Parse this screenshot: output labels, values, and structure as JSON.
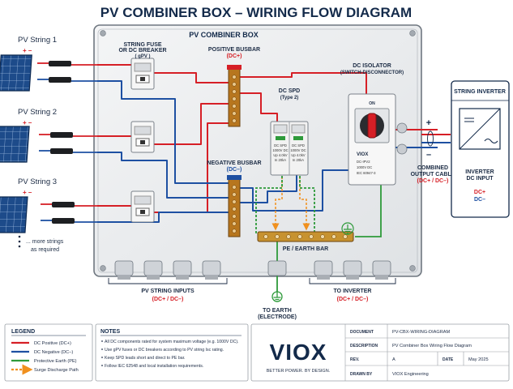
{
  "title": "PV COMBINER BOX – WIRING FLOW DIAGRAM",
  "box_label": "PV COMBINER BOX",
  "strings": [
    {
      "label": "PV String 1",
      "sign": "+ –"
    },
    {
      "label": "PV String 2",
      "sign": "+ –"
    },
    {
      "label": "PV String 3",
      "sign": "+ –"
    }
  ],
  "more_strings": [
    "... more strings",
    "as required"
  ],
  "fuse_label": [
    "STRING FUSE",
    "OR DC BREAKER",
    "( gPV )"
  ],
  "pos_busbar": [
    "POSITIVE BUSBAR",
    "(DC+)"
  ],
  "neg_busbar": [
    "NEGATIVE BUSBAR",
    "(DC–)"
  ],
  "spd_label": [
    "DC SPD",
    "(Type 2)"
  ],
  "spd_devices": [
    {
      "lines": [
        "DC SPD",
        "1000V DC",
        "Up 4.0kV",
        "In 20kA"
      ]
    },
    {
      "lines": [
        "DC SPD",
        "1000V DC",
        "Up 4.0kV",
        "In 20kA"
      ]
    }
  ],
  "isolator_label": [
    "DC ISOLATOR",
    "(SWITCH-DISCONNECTOR)"
  ],
  "isolator_text": [
    "VIOX",
    "DC-IPV2",
    "1000V DC",
    "IEC 60947-3"
  ],
  "isolator_on": "ON",
  "pe_bar_label": "PE / EARTH BAR",
  "pv_inputs": [
    "PV STRING INPUTS",
    "(DC+ / DC–)"
  ],
  "to_inverter": [
    "TO INVERTER",
    "(DC+ / DC–)"
  ],
  "to_earth": [
    "TO EARTH",
    "(ELECTRODE)"
  ],
  "combined_cable": [
    "COMBINED",
    "OUTPUT CABLE",
    "(DC+ / DC–)"
  ],
  "plus_sign": "+",
  "minus_sign": "–",
  "inverter": {
    "title": "String Inverter",
    "input_label": [
      "INVERTER",
      "DC INPUT"
    ],
    "dc_plus": "DC+",
    "dc_minus": "DC–"
  },
  "legend": {
    "title": "LEGEND",
    "items": [
      {
        "label": "DC Positive (DC+)",
        "color": "#d61f26"
      },
      {
        "label": "DC Negative (DC–)",
        "color": "#1e50a2"
      },
      {
        "label": "Protective Earth (PE)",
        "color": "#2e9a3a"
      },
      {
        "label": "Surge Discharge Path",
        "color": "#f0901e"
      }
    ]
  },
  "notes": {
    "title": "NOTES",
    "items": [
      "All DC components rated for system maximum voltage (e.g. 1000V DC).",
      "Use gPV fuses or DC breakers according to PV string Isc rating.",
      "Keep SPD leads short and direct to PE bar.",
      "Follow IEC 62548 and local installation requirements."
    ]
  },
  "brand": {
    "name": "VIOX",
    "tagline": "BETTER POWER. BY DESIGN."
  },
  "title_block": {
    "document_label": "DOCUMENT",
    "document_value": "PV-CBX-WIRING-DIAGRAM",
    "description_label": "DESCRIPTION",
    "description_value": "PV Combiner Box Wiring Flow Diagram",
    "rev_label": "REV.",
    "rev_value": "A",
    "date_label": "DATE",
    "date_value": "May 2025",
    "drawn_label": "DRAWN BY",
    "drawn_value": "VIOX Engineering"
  },
  "colors": {
    "positive": "#d61f26",
    "negative": "#1e50a2",
    "earth": "#2e9a3a",
    "surge": "#f0901e",
    "navy": "#132a4a"
  }
}
